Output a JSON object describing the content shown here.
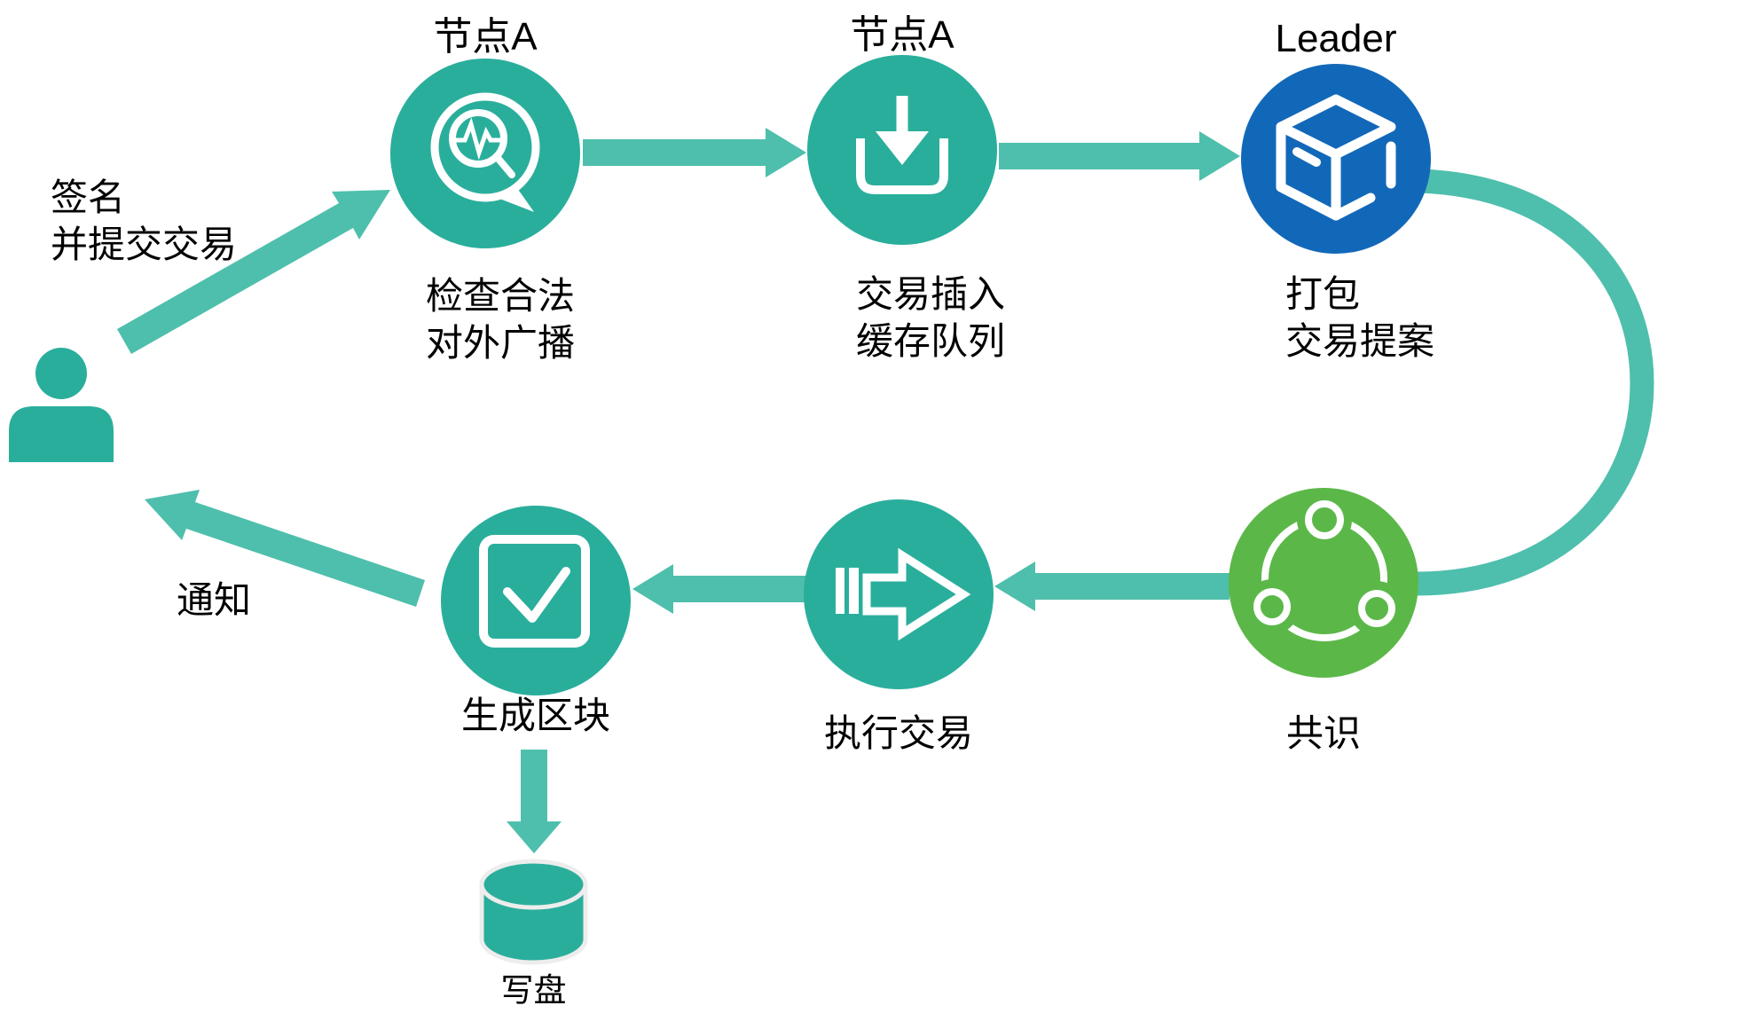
{
  "diagram": {
    "colors": {
      "teal": "#2AAE9C",
      "arrow": "#4EBFAC",
      "green": "#5BB848",
      "blue": "#1268B8",
      "cylinder_outline": "#EDEDED",
      "text": "#000000",
      "icon": "#FFFFFF"
    },
    "actor": {
      "icon": "person-icon"
    },
    "nodes": [
      {
        "id": "check",
        "top_label": "节点A",
        "label": "检查合法\n对外广播",
        "icon": "magnifier-speech-icon",
        "color": "teal"
      },
      {
        "id": "enqueue",
        "top_label": "节点A",
        "label": "交易插入\n缓存队列",
        "icon": "inbox-download-icon",
        "color": "teal"
      },
      {
        "id": "leader",
        "top_label": "Leader",
        "label": "打包\n交易提案",
        "icon": "package-box-icon",
        "color": "blue"
      },
      {
        "id": "consensus",
        "top_label": "",
        "label": "共识",
        "icon": "share-network-icon",
        "color": "green"
      },
      {
        "id": "execute",
        "top_label": "",
        "label": "执行交易",
        "icon": "forward-arrow-icon",
        "color": "teal"
      },
      {
        "id": "block",
        "top_label": "",
        "label": "生成区块",
        "icon": "checkbox-icon",
        "color": "teal"
      }
    ],
    "storage": {
      "label": "写盘",
      "icon": "database-cylinder-icon"
    },
    "edges": [
      {
        "from": "user",
        "to": "check",
        "label": "签名\n并提交交易"
      },
      {
        "from": "check",
        "to": "enqueue",
        "label": ""
      },
      {
        "from": "enqueue",
        "to": "leader",
        "label": ""
      },
      {
        "from": "leader",
        "to": "consensus",
        "label": "",
        "style": "curved"
      },
      {
        "from": "consensus",
        "to": "execute",
        "label": ""
      },
      {
        "from": "execute",
        "to": "block",
        "label": ""
      },
      {
        "from": "block",
        "to": "user",
        "label": "通知"
      },
      {
        "from": "block",
        "to": "storage",
        "label": ""
      }
    ]
  }
}
